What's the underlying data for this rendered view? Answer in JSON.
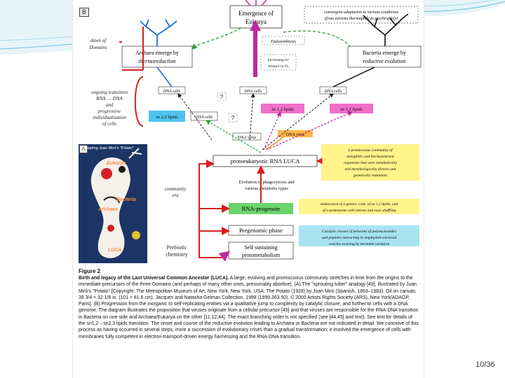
{
  "panels": {
    "a": "A",
    "b": "B"
  },
  "painting": {
    "title": "Adapting Juan Miró's \"Potato\"",
    "labels": {
      "eukarya": "Eukarya",
      "bacteria": "Bacteria",
      "archaea": "Archaea",
      "luca": "LUCA"
    }
  },
  "left_labels": {
    "dawn": [
      "dawn of",
      "Domains"
    ],
    "transition": [
      "ongoing transition",
      "RNA → DNA",
      "and",
      "progressive",
      "individualization",
      "of cells"
    ],
    "community": [
      "community",
      "era"
    ],
    "prebiotic": [
      "Prebiotic",
      "chemistry"
    ]
  },
  "nodes": {
    "eukarya": [
      "Emergence of",
      "Eukarya"
    ],
    "convergent": [
      "convergent adaptation to various conditions",
      "(from extreme thermophily to psychrophily)"
    ],
    "endosymbiosis": "Endosymbiosis",
    "oxygen": [
      "Increasing to-",
      "lerance to O₂"
    ],
    "archaea": [
      "Archaea emerge by",
      "thermoreduction"
    ],
    "bacteria": [
      "Bacteria emerge by",
      "reductive evolution"
    ],
    "dna_cells": "DNA cells",
    "question": "?",
    "lipids_23": "sn 2,3 lipids",
    "lipids_12": "sn 1,2 lipids",
    "dna_virus": "DNA virus",
    "dna_virus_2": "DNA virus",
    "luca_box": "protoeukaryotic RNA LUCA",
    "phagocytosis": [
      "Evolution of phagocytosis and",
      "various metabolic types"
    ],
    "rna_progenote": "RNA-progenote",
    "pregenomic": "Pregenomic phase",
    "self_sustaining": [
      "Self sustaining",
      "protometabolism"
    ],
    "note_community": [
      "a promiscuous community of",
      "metaphilic and thermotolerant",
      "organisms that were metabolically",
      "and morphologically diverse and",
      "genetically redundant"
    ],
    "note_elaboration": [
      "elaboration of a genetic code, of sn 1,2 lipids, and",
      "of a proteasome with introns and exon shuffling"
    ],
    "note_catalytic": [
      "Catalytic closure of networks of polynucleotides",
      "and peptides interacting in amphiphile-enclosed",
      "vesicles evolving by heritable variation"
    ]
  },
  "caption": {
    "figure": "Figure 2",
    "title": "Birth and legacy of the Last Universal Common Ancestor (LUCA).",
    "body": " A large, evolving and promiscuous community stretches in time from the origins to the immediate precursors of the three Domains (and perhaps of many other ones, presumably abortive). (A) The \"sprouting tuber\" analogy [49], illustrated by Juan Miró's \"Potato\" [Copyright: The Metropolitan Museum of Art, New York, New York, USA. The Potato (1928) by Joan Miró (Spanish, 1893–1983). Oil on canvas; 39 3/4 × 32 1/8 in. (101 × 81.6 cm). Jacques and Natasha Gelman Collection, 1998 (1999.363.50). © 2000 Artists Rights Society (ARS), New York/ADAGP, Paris]. (B) Progression from the inorganic to self-replicating entities via a qualitative jump to complexity by catalytic closure, and further to cells with a DNA genome. The diagram illustrates the proposition that viruses originate from a cellular precursor [45] and that viruses are responsible for the RNA-DNA transition in Bacteria on one side and Archaea/Eukarya on the other [11,12,44]. The exact branching order is not specified (see [44,45] and text). See text for details of the sn1,2→sn2,3 lipids transition. The onset and course of the reductive evolution leading to Archaea or Bacteria are not indicated in detail. We conceive of this process as having occurred in several steps, more a succession of evolutionary crises than a gradual transformation; it involved the emergence of cells with membranes fully competent in electron-transport-driven energy harnessing and the RNA-DNA transition."
  },
  "page_number": "10/36",
  "colors": {
    "red": "#d62020",
    "blue": "#1c6fd1",
    "green": "#2e9e3a",
    "magenta": "#c0279c",
    "orange": "#e98b1c",
    "yellow": "#fff38a",
    "cyan": "#4fc3f0",
    "pink_box": "#f06fc8"
  }
}
